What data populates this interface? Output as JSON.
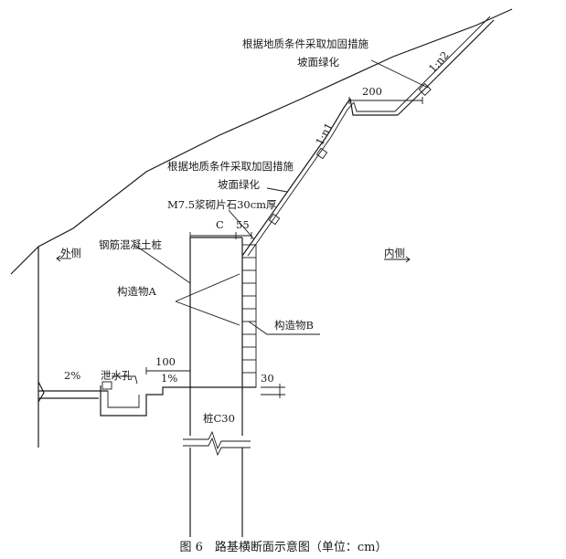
{
  "labels": {
    "measure_upper": "根据地质条件采取加固措施",
    "green_upper": "坡面绿化",
    "measure_lower": "根据地质条件采取加固措施",
    "green_lower": "坡面绿化",
    "masonry": "M7.5浆砌片石30cm厚",
    "dim_c": "C",
    "dim_55": "55",
    "dim_200": "200",
    "slope_n1": "1:n1",
    "slope_n2": "1:n2",
    "pile": "钢筋混凝土桩",
    "outside": "外侧",
    "inside": "内侧",
    "structure_a": "构造物A",
    "structure_b": "构造物B",
    "dim_100": "100",
    "grade_2": "2%",
    "drain_hole": "泄水孔",
    "grade_1": "1%",
    "dim_30": "30",
    "pile_grade": "桩C30"
  },
  "caption": "图 6　路基横断面示意图（单位：cm）"
}
